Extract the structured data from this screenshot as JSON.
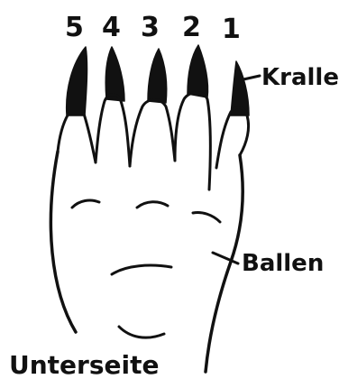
{
  "diagram": {
    "toe_numbers": [
      "5",
      "4",
      "3",
      "2",
      "1"
    ],
    "labels": {
      "claw": "Kralle",
      "pad": "Ballen"
    },
    "caption": "Unterseite"
  }
}
